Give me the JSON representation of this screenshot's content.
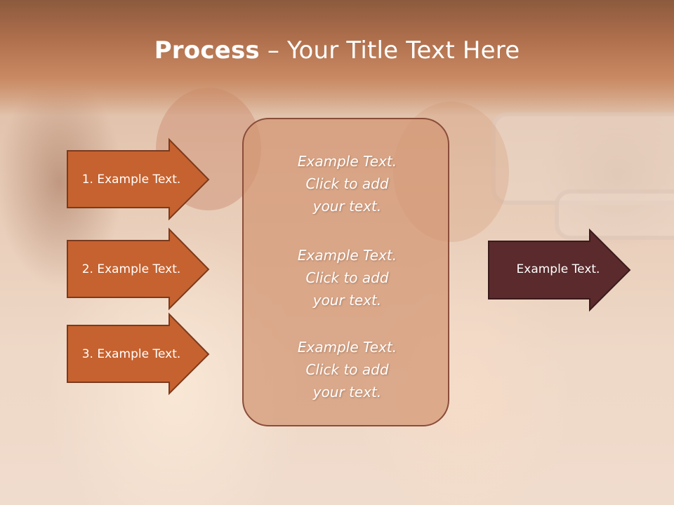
{
  "title": {
    "bold_part": "Process",
    "rest": " – Your Title Text Here"
  },
  "left_arrows": [
    {
      "label": "1. Example Text."
    },
    {
      "label": "2. Example Text."
    },
    {
      "label": "3. Example Text."
    }
  ],
  "center_box": {
    "paragraphs": [
      {
        "line1": "Example Text.",
        "line2": "Click  to add",
        "line3": "your text."
      },
      {
        "line1": "Example Text.",
        "line2": "Click  to add",
        "line3": "your text."
      },
      {
        "line1": "Example Text.",
        "line2": "Click  to add",
        "line3": "your text."
      }
    ]
  },
  "right_arrow": {
    "label": "Example Text."
  },
  "colors": {
    "title_band": "#b0704d",
    "left_arrow_fill": "#c6622f",
    "left_arrow_border": "#7a3a1e",
    "right_arrow_fill": "#5a2a2c",
    "center_box_fill": "#d2966f",
    "center_box_border": "#8a4d3a",
    "text": "#ffffff"
  }
}
